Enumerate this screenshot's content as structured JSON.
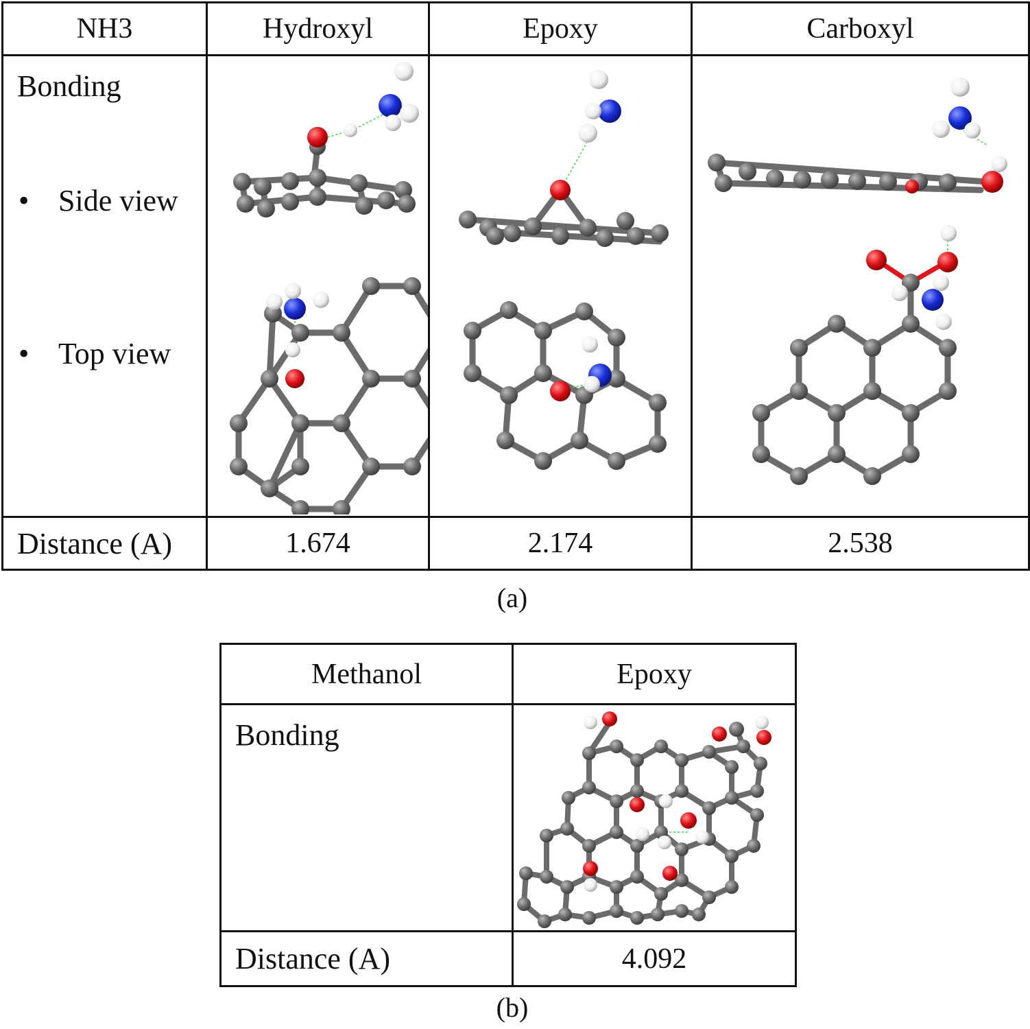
{
  "table_a": {
    "headers": [
      "NH3",
      "Hydroxyl",
      "Epoxy",
      "Carboxyl"
    ],
    "bonding_label": "Bonding",
    "views": [
      {
        "bullet": "•",
        "label": "Side view"
      },
      {
        "bullet": "•",
        "label": "Top view"
      }
    ],
    "distance_label": "Distance (A)",
    "distances": [
      "1.674",
      "2.174",
      "2.538"
    ],
    "caption": "(a)"
  },
  "table_b": {
    "headers": [
      "Methanol",
      "Epoxy"
    ],
    "bonding_label": "Bonding",
    "distance_label": "Distance (A)",
    "distance": "4.092",
    "caption": "(b)"
  },
  "colors": {
    "carbon": "#6b6b6b",
    "oxygen": "#e0141a",
    "nitrogen": "#1a2ed8",
    "hydrogen": "#f2f2f2",
    "hbond": "#33dd33"
  }
}
